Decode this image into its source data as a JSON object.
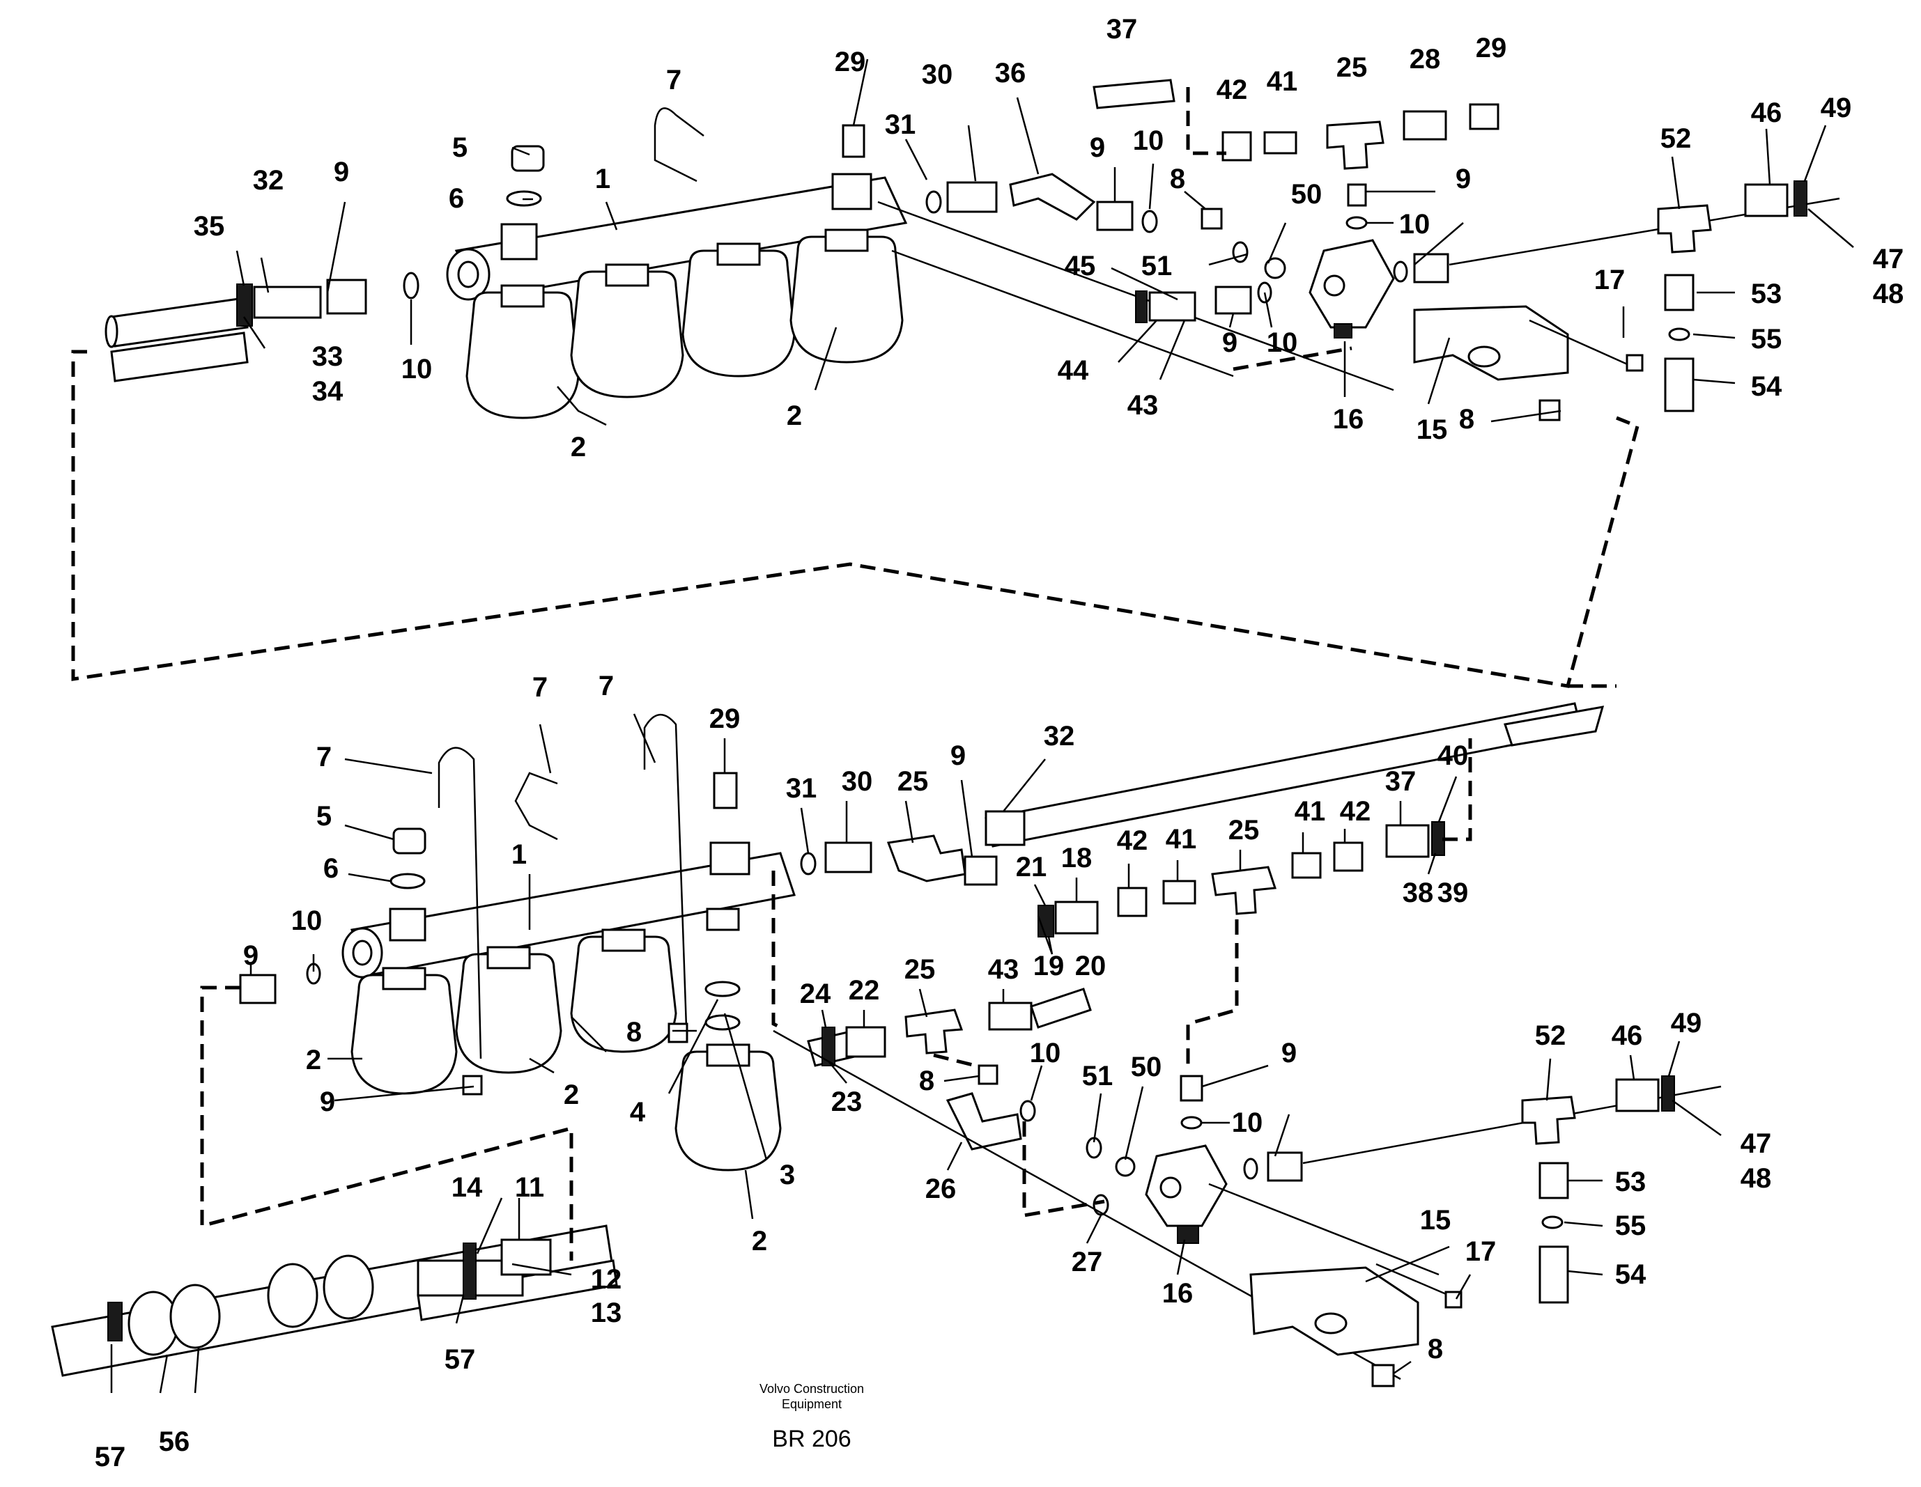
{
  "callouts": {
    "u1": "1",
    "u2a": "2",
    "u2b": "2",
    "u5": "5",
    "u6": "6",
    "u7": "7",
    "u8a": "8",
    "u8b": "8",
    "u9a": "9",
    "u9b": "9",
    "u9c": "9",
    "u9d": "9",
    "u10a": "10",
    "u10b": "10",
    "u10c": "10",
    "u10d": "10",
    "u15": "15",
    "u16": "16",
    "u17": "17",
    "u25": "25",
    "u28": "28",
    "u29a": "29",
    "u29b": "29",
    "u30": "30",
    "u31": "31",
    "u32": "32",
    "u33": "33",
    "u34": "34",
    "u35": "35",
    "u36": "36",
    "u37": "37",
    "u41": "41",
    "u42": "42",
    "u43": "43",
    "u44": "44",
    "u45": "45",
    "u46": "46",
    "u47": "47",
    "u48": "48",
    "u49": "49",
    "u50": "50",
    "u51": "51",
    "u52": "52",
    "u53": "53",
    "u54": "54",
    "u55": "55",
    "l1": "1",
    "l2a": "2",
    "l2b": "2",
    "l2c": "2",
    "l3": "3",
    "l4": "4",
    "l5": "5",
    "l6": "6",
    "l7a": "7",
    "l7b": "7",
    "l7c": "7",
    "l8a": "8",
    "l8b": "8",
    "l8c": "8",
    "l9a": "9",
    "l9b": "9",
    "l9c": "9",
    "l9d": "9",
    "l10a": "10",
    "l10b": "10",
    "l10c": "10",
    "l11": "11",
    "l12": "12",
    "l13": "13",
    "l14": "14",
    "l15": "15",
    "l16": "16",
    "l17": "17",
    "l18": "18",
    "l19": "19",
    "l20": "20",
    "l21": "21",
    "l22": "22",
    "l23": "23",
    "l24": "24",
    "l25a": "25",
    "l25b": "25",
    "l25c": "25",
    "l26": "26",
    "l27": "27",
    "l29": "29",
    "l30": "30",
    "l31": "31",
    "l32": "32",
    "l37": "37",
    "l38": "38",
    "l39": "39",
    "l40": "40",
    "l41a": "41",
    "l41b": "41",
    "l42a": "42",
    "l42b": "42",
    "l43": "43",
    "l46": "46",
    "l47": "47",
    "l48": "48",
    "l49": "49",
    "l50": "50",
    "l51": "51",
    "l52": "52",
    "l53": "53",
    "l54": "54",
    "l55": "55",
    "l56": "56",
    "l57a": "57",
    "l57b": "57"
  },
  "caption": {
    "company_line1": "Volvo Construction",
    "company_line2": "Equipment",
    "reference": "BR 206"
  }
}
